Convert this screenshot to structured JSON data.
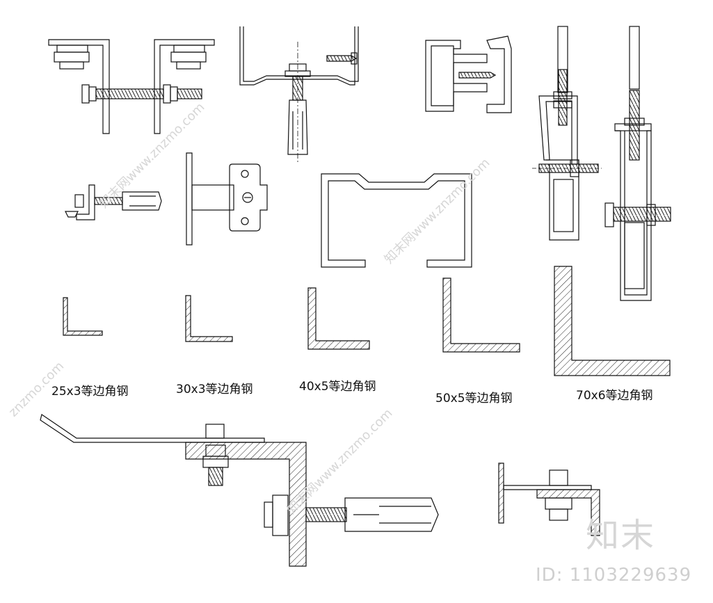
{
  "labels": {
    "angle_25": "25x3等边角钢",
    "angle_30": "30x3等边角钢",
    "angle_40": "40x5等边角钢",
    "angle_50": "50x5等边角钢",
    "angle_70": "70x6等边角钢"
  },
  "watermark": {
    "logo_text": "知末",
    "id_text": "ID: 1103229639"
  },
  "colors": {
    "line": "#111111",
    "watermark": "#d6d6d6"
  }
}
